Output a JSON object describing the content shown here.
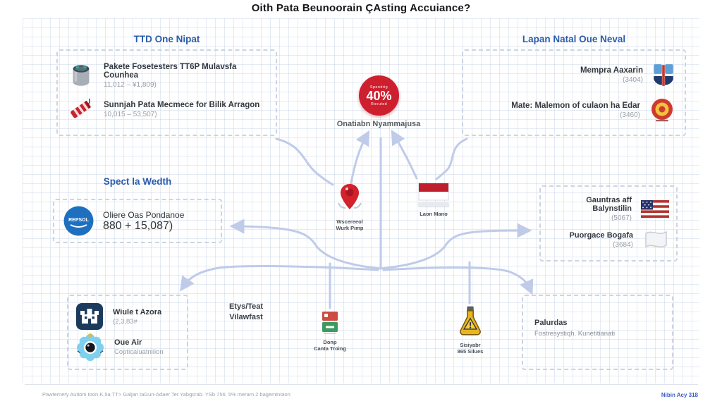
{
  "page": {
    "title": "Oith Pata Beunoorain ÇAsting Accuiance?",
    "footer_note": "Pawtemery Autiom toon K,5a TT> Galjan taGun-Adaer Ter Yabgsrab. YSb 756. 5% meram 2 bagemintaon",
    "footer_link": "Nibin Acy 318"
  },
  "colors": {
    "heading_blue": "#2b5cad",
    "badge_red": "#cd1f2e",
    "arrow_blue": "#bfcbe9",
    "dashed_border": "#ccd4e4"
  },
  "top_left": {
    "title": "TTD One Nipat",
    "items": [
      {
        "icon": "database-cylinder-icon",
        "title": "Pakete Fosetesters TT6P Mulavsfa Counhea",
        "subtitle": "11,012 – ¥1,809)"
      },
      {
        "icon": "dynamite-icon",
        "title": "Sunnjah Pata Mecmece for Bilik Arragon",
        "subtitle": "10,015 – 53,507)"
      }
    ]
  },
  "top_right": {
    "title": "Lapan Natal Oue Neval",
    "items": [
      {
        "icon": "crest-emblem-icon",
        "title": "Mempra Aaxarin",
        "subtitle": "(3404)"
      },
      {
        "icon": "roundel-icon",
        "title": "Mate: Malemon of culaon ha Edar",
        "subtitle": "(3460)"
      }
    ]
  },
  "center_badge": {
    "top_label": "Spendrig",
    "value": "40%",
    "bottom_label": "Rovuted",
    "caption": "Onatiabn Nyammajusa"
  },
  "pin_node": {
    "icon": "map-pin-icon",
    "caption_line1": "Wscereeol",
    "caption_line2": "Wurk Pimp"
  },
  "flag_node": {
    "icon": "indonesia-flag-icon",
    "caption": "Laon Mano"
  },
  "left_mid": {
    "title": "Spect la Wedth",
    "item": {
      "icon": "blue-wordmark-logo",
      "logo_text": "REPSOL",
      "title": "Oliere Oas Pondanoe",
      "subtitle": "880 + 15,087)"
    }
  },
  "right_mid": {
    "items": [
      {
        "icon": "us-flag-icon",
        "title": "Gauntras aff Balynstilin",
        "subtitle": "(5067)"
      },
      {
        "icon": "white-flag-icon",
        "title": "Puorgace Bogafa",
        "subtitle": "(3684)"
      }
    ]
  },
  "bottom_left": {
    "items": [
      {
        "icon": "building-icon",
        "title": "Wiule t Azora",
        "subtitle": "(2,3,83#"
      },
      {
        "icon": "aperture-icon",
        "title": "Oue Air",
        "subtitle": "Copticaluatniiion"
      }
    ]
  },
  "bottom_center": {
    "text_line1": "Etys/Teat",
    "text_line2": "Vilawfast",
    "card_node": {
      "icon": "red-green-card-icon",
      "caption_line1": "Donp",
      "caption_line2": "Canta Troing"
    },
    "flask_node": {
      "icon": "warning-flask-icon",
      "caption_line1": "Sisiyabr",
      "caption_line2": "865 Silues"
    }
  },
  "bottom_right": {
    "title": "Palurdas",
    "subtitle": "Fostresystiqh. Kunetitianati"
  }
}
